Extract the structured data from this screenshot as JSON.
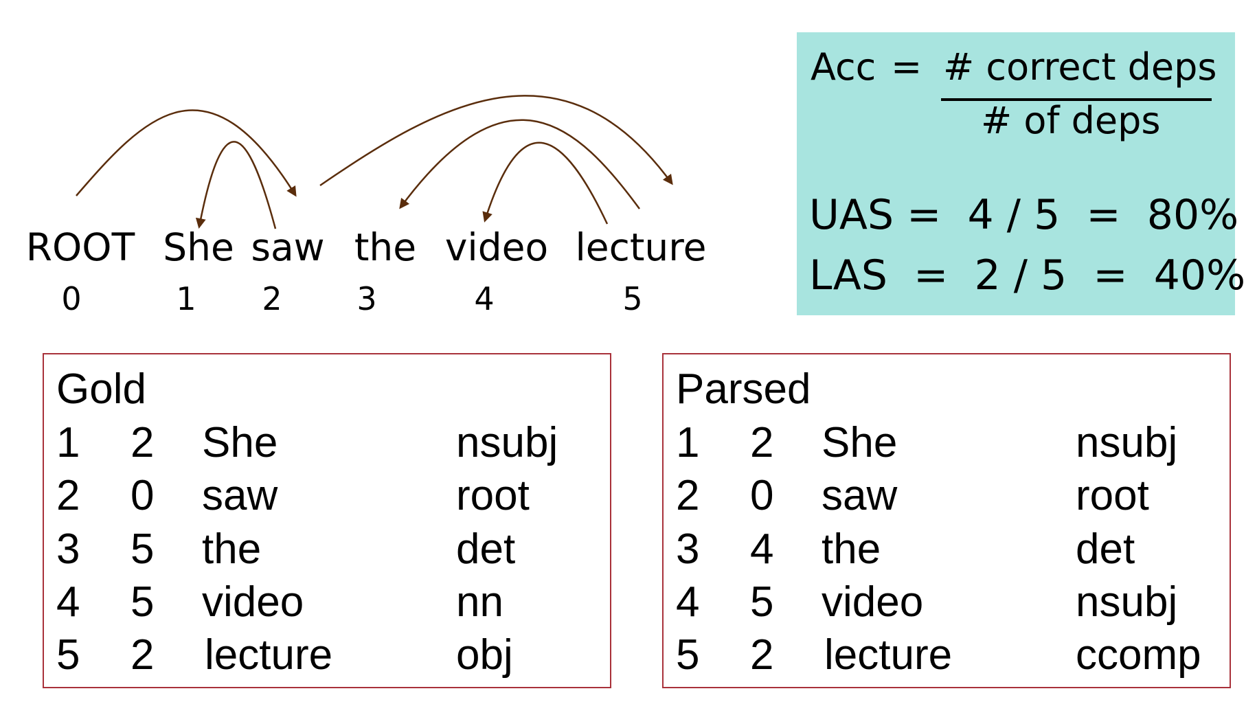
{
  "sentence": {
    "words": [
      {
        "text": "ROOT",
        "index": "0"
      },
      {
        "text": "She",
        "index": "1"
      },
      {
        "text": "saw",
        "index": "2"
      },
      {
        "text": "the",
        "index": "3"
      },
      {
        "text": "video",
        "index": "4"
      },
      {
        "text": "lecture",
        "index": "5"
      }
    ]
  },
  "formula": {
    "acc_label": "Acc",
    "eq": "=",
    "numerator": "# correct deps",
    "denominator": "# of deps",
    "uas": "UAS =  4 / 5  =  80%",
    "las": "LAS  =  2 / 5  =  40%"
  },
  "gold": {
    "title": "Gold",
    "rows": [
      [
        "1",
        "2",
        "She",
        "nsubj"
      ],
      [
        "2",
        "0",
        "saw",
        "root"
      ],
      [
        "3",
        "5",
        "the",
        "det"
      ],
      [
        "4",
        "5",
        "video",
        "nn"
      ],
      [
        "5",
        "2",
        "lecture",
        "obj"
      ]
    ]
  },
  "parsed": {
    "title": "Parsed",
    "rows": [
      [
        "1",
        "2",
        "She",
        "nsubj"
      ],
      [
        "2",
        "0",
        "saw",
        "root"
      ],
      [
        "3",
        "4",
        "the",
        "det"
      ],
      [
        "4",
        "5",
        "video",
        "nsubj"
      ],
      [
        "5",
        "2",
        "lecture",
        "ccomp"
      ]
    ]
  },
  "colors": {
    "arc": "#5a2d0c",
    "formula_bg": "#a8e4df",
    "table_border": "#a8313a"
  }
}
